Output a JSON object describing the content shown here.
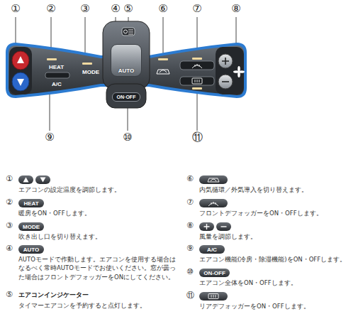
{
  "diagram": {
    "nodes": [
      {
        "text": [
          "AUTO"
        ]
      },
      {
        "text": [
          "ON·OFF"
        ]
      },
      {
        "text": [
          "HEAT"
        ]
      },
      {
        "text": [
          "MODE"
        ]
      },
      {
        "text": [
          "AUTO"
        ]
      },
      {
        "text": [
          "A/C"
        ]
      },
      {
        "text": [
          "ON-OFF"
        ]
      }
    ],
    "labels": [
      "HEAT",
      "MODE",
      "A/C",
      "①",
      "②",
      "③",
      "④",
      "⑤",
      "⑥",
      "⑦",
      "⑧",
      "⑨",
      "⑩",
      "⑪",
      "①",
      "エアコンの設定温度を調節します。",
      "②",
      "暖房をON・OFFします。",
      "③",
      "吹き出し口を切り替えます。",
      "④",
      "AUTOモードで作動します。エアコンを使用する場合はなるべく常時AUTOモードでお使いください。窓が曇った場合はフロントデフォッガーをONにしてください。",
      "⑤",
      "エアコンインジケーター",
      "タイマーエアコンを予約すると点灯します。",
      "⑥",
      "内気循環／外気導入を切り替えます。",
      "⑦",
      "フロントデフォッガーをON・OFFします。",
      "⑧",
      "風量を調節します。",
      "⑨",
      "エアコン機能(冷房・除湿機能)をON・OFFします。",
      "⑩",
      "エアコン全体をON・OFFします。",
      "⑪",
      "リアデフォッガーをON・OFFします。"
    ]
  }
}
